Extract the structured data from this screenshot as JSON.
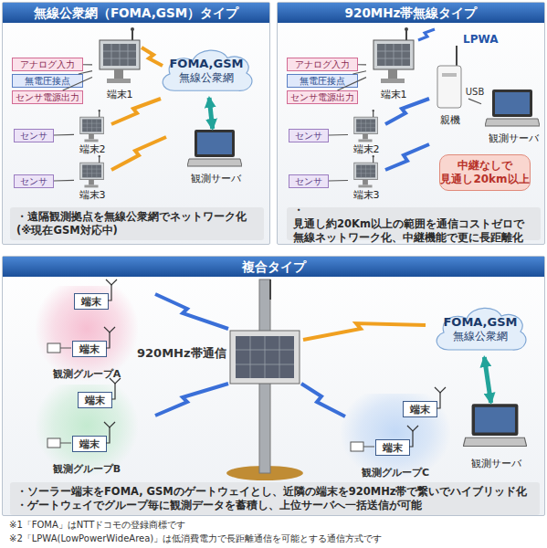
{
  "diagram": {
    "nodes": [
      {
        "text": [
          "無線公衆網（FOMA,GSM）タイプ"
        ]
      },
      {
        "text": [
          "アナログ入力"
        ],
        "in": 0
      },
      {
        "text": [
          "無電圧接点"
        ],
        "in": 0
      },
      {
        "text": [
          "センサ電源出力"
        ],
        "in": 0
      },
      {
        "text": [
          "端末1"
        ],
        "in": 0
      },
      {
        "text": [
          "FOMA,GSM",
          "無線公衆網"
        ],
        "in": 0
      },
      {
        "text": [
          "センサ"
        ],
        "in": 0
      },
      {
        "text": [
          "端末2"
        ],
        "in": 0
      },
      {
        "text": [
          "センサ"
        ],
        "in": 0
      },
      {
        "text": [
          "端末3"
        ],
        "in": 0
      },
      {
        "text": [
          "観測サーバ"
        ],
        "in": 0
      },
      {
        "text": [
          "・遠隔観測拠点を無線公衆網でネットワーク化 (※現在GSM対応中)"
        ],
        "in": 0
      },
      {
        "text": [
          "920MHz帯無線タイプ"
        ]
      },
      {
        "text": [
          "アナログ入力"
        ],
        "in": 12
      },
      {
        "text": [
          "無電圧接点"
        ],
        "in": 12
      },
      {
        "text": [
          "センサ電源出力"
        ],
        "in": 12
      },
      {
        "text": [
          "端末1"
        ],
        "in": 12
      },
      {
        "text": [
          "親機"
        ],
        "in": 12
      },
      {
        "text": [
          "観測サーバ"
        ],
        "in": 12
      },
      {
        "text": [
          "センサ"
        ],
        "in": 12
      },
      {
        "text": [
          "端末2"
        ],
        "in": 12
      },
      {
        "text": [
          "センサ"
        ],
        "in": 12
      },
      {
        "text": [
          "端末3"
        ],
        "in": 12
      },
      {
        "text": [
          "中継なしで 見通し20km以上"
        ],
        "in": 12
      },
      {
        "text": [
          "・見通し約20Km以上の範囲を通信コストゼロで 無線ネットワーク化、中継機能で更に長距離化"
        ],
        "in": 12
      },
      {
        "text": [
          "複合タイプ"
        ]
      },
      {
        "text": [
          "観測グループA"
        ],
        "in": 25
      },
      {
        "text": [
          "端末"
        ],
        "in": 26
      },
      {
        "text": [
          "端末"
        ],
        "in": 26
      },
      {
        "text": [
          "観測グループB"
        ],
        "in": 25
      },
      {
        "text": [
          "端末"
        ],
        "in": 29
      },
      {
        "text": [
          "端末"
        ],
        "in": 29
      },
      {
        "text": [
          "観測グループC"
        ],
        "in": 25
      },
      {
        "text": [
          "端末"
        ],
        "in": 32
      },
      {
        "text": [
          "端末"
        ],
        "in": 32
      },
      {
        "text": [
          "FOMA,GSM",
          "無線公衆網"
        ],
        "in": 25
      },
      {
        "text": [
          "観測サーバ"
        ],
        "in": 25
      },
      {
        "text": [
          "・ソーラー端末をFOMA, GSMのゲートウェイとし、近隣の端末を920MHz帯で繋いでハイブリッド化",
          "・ゲートウェイでグループ毎に観測データを蓄積し、上位サーバへ一括送信が可能"
        ],
        "in": 25
      }
    ],
    "edges": [
      {
        "from": 1,
        "to": 4,
        "arrow": "none"
      },
      {
        "from": 2,
        "to": 4,
        "arrow": "none"
      },
      {
        "from": 3,
        "to": 4,
        "arrow": "none"
      },
      {
        "from": 6,
        "to": 7,
        "arrow": "none"
      },
      {
        "from": 8,
        "to": 9,
        "arrow": "none"
      },
      {
        "from": 5,
        "to": 10,
        "arrow": "both"
      },
      {
        "from": 13,
        "to": 16,
        "arrow": "none"
      },
      {
        "from": 14,
        "to": 16,
        "arrow": "none"
      },
      {
        "from": 15,
        "to": 16,
        "arrow": "none"
      },
      {
        "from": 17,
        "to": 18,
        "arrow": "none",
        "label": "USB"
      },
      {
        "from": 19,
        "to": 20,
        "arrow": "none"
      },
      {
        "from": 21,
        "to": 22,
        "arrow": "none"
      },
      {
        "from": 35,
        "to": 36,
        "arrow": "both"
      }
    ],
    "labels": [
      "LPWA",
      "920MHz帯通信",
      "※1「FOMA」はNTTドコモの登録商標です",
      "※2「LPWA(LowPowerWideArea)」は低消費電力で長距離通信を可能とする通信方式です"
    ]
  }
}
